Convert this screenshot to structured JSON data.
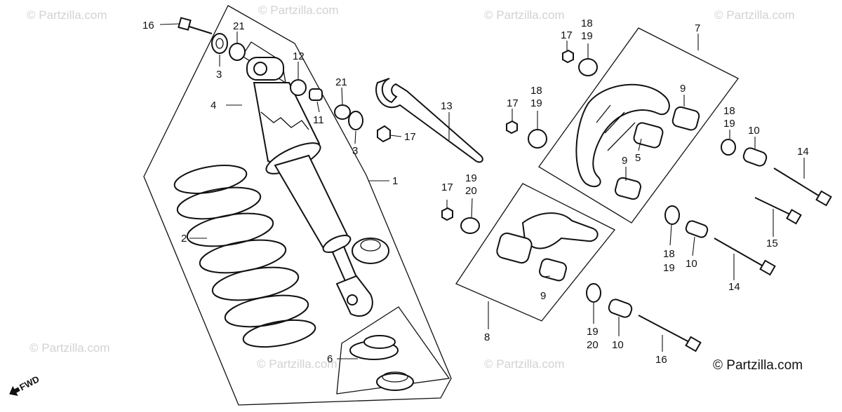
{
  "watermark": "© Partzilla.com",
  "copyright": "© Partzilla.com",
  "fwd_label": "FWD",
  "labels": {
    "l1": "1",
    "l2": "2",
    "l3a": "3",
    "l3b": "3",
    "l4": "4",
    "l5": "5",
    "l6": "6",
    "l7": "7",
    "l8": "8",
    "l9a": "9",
    "l9b": "9",
    "l9c": "9",
    "l10a": "10",
    "l10b": "10",
    "l10c": "10",
    "l11": "11",
    "l12": "12",
    "l13": "13",
    "l14a": "14",
    "l14b": "14",
    "l15": "15",
    "l16a": "16",
    "l16b": "16",
    "l17a": "17",
    "l17b": "17",
    "l17c": "17",
    "l17d": "17",
    "l18a": "18",
    "l19a": "19",
    "l18b": "18",
    "l19b": "19",
    "l18c": "18",
    "l19c": "19",
    "l18d": "18",
    "l19d": "19",
    "l19e": "19",
    "l20a": "20",
    "l19f": "19",
    "l20b": "20",
    "l21a": "21",
    "l21b": "21"
  }
}
